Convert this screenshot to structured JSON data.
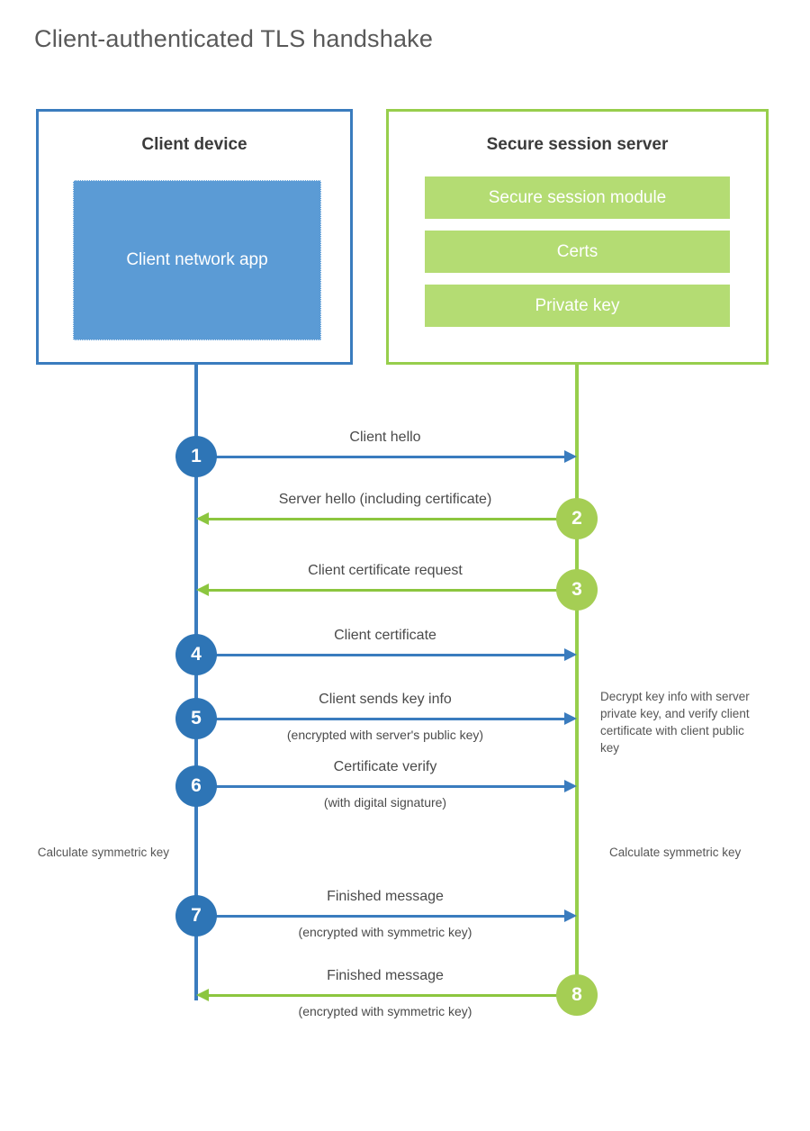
{
  "page": {
    "title": "Client-authenticated TLS handshake"
  },
  "colors": {
    "blue_border": "#3A7CBE",
    "blue_fill": "#5B9BD5",
    "blue_circle": "#2E75B6",
    "green_border": "#97CE4C",
    "green_fill": "#B4DC73",
    "green_circle": "#A5CE54",
    "green_arrow": "#8CC63F",
    "title_text": "#595959",
    "body_text": "#4a4a4a"
  },
  "client": {
    "title": "Client device",
    "app_label": "Client network app"
  },
  "server": {
    "title": "Secure session server",
    "bars": [
      {
        "label": "Secure session module"
      },
      {
        "label": "Certs"
      },
      {
        "label": "Private key"
      }
    ]
  },
  "steps": [
    {
      "number": "1",
      "label": "Client hello",
      "sublabel": "",
      "direction": "client-to-server",
      "color": "blue"
    },
    {
      "number": "2",
      "label": "Server hello (including certificate)",
      "sublabel": "",
      "direction": "server-to-client",
      "color": "green"
    },
    {
      "number": "3",
      "label": "Client certificate request",
      "sublabel": "",
      "direction": "server-to-client",
      "color": "green"
    },
    {
      "number": "4",
      "label": "Client certificate",
      "sublabel": "",
      "direction": "client-to-server",
      "color": "blue"
    },
    {
      "number": "5",
      "label": "Client sends key info",
      "sublabel": "(encrypted with server's public key)",
      "direction": "client-to-server",
      "color": "blue"
    },
    {
      "number": "6",
      "label": "Certificate verify",
      "sublabel": "(with digital signature)",
      "direction": "client-to-server",
      "color": "blue"
    },
    {
      "number": "7",
      "label": "Finished message",
      "sublabel": "(encrypted with symmetric key)",
      "direction": "client-to-server",
      "color": "blue"
    },
    {
      "number": "8",
      "label": "Finished message",
      "sublabel": "(encrypted with symmetric key)",
      "direction": "server-to-client",
      "color": "green"
    }
  ],
  "notes": {
    "server_decrypt": "Decrypt key info with server private key, and verify client certificate with client public key",
    "client_calculate": "Calculate symmetric key",
    "server_calculate": "Calculate symmetric key"
  }
}
